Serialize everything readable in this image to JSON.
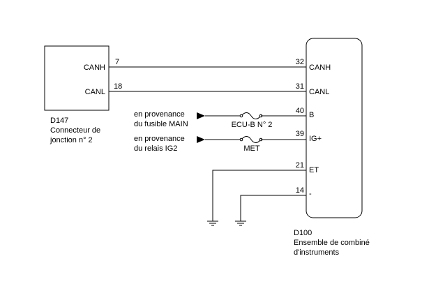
{
  "connector": {
    "id": "D147",
    "name_line1": "Connecteur de",
    "name_line2": "jonction n° 2",
    "pins": [
      {
        "label": "CANH",
        "number": "7"
      },
      {
        "label": "CANL",
        "number": "18"
      }
    ]
  },
  "meter": {
    "id": "D100",
    "name_line1": "Ensemble de combiné",
    "name_line2": "d'instruments",
    "pins": [
      {
        "number": "32",
        "label": "CANH"
      },
      {
        "number": "31",
        "label": "CANL"
      },
      {
        "number": "40",
        "label": "B"
      },
      {
        "number": "39",
        "label": "IG+"
      },
      {
        "number": "21",
        "label": "ET"
      },
      {
        "number": "14",
        "label": "-"
      }
    ]
  },
  "sources": [
    {
      "line1": "en provenance",
      "line2": "du fusible MAIN",
      "fuse": "ECU-B N° 2"
    },
    {
      "line1": "en provenance",
      "line2": "du relais IG2",
      "fuse": "MET"
    }
  ]
}
